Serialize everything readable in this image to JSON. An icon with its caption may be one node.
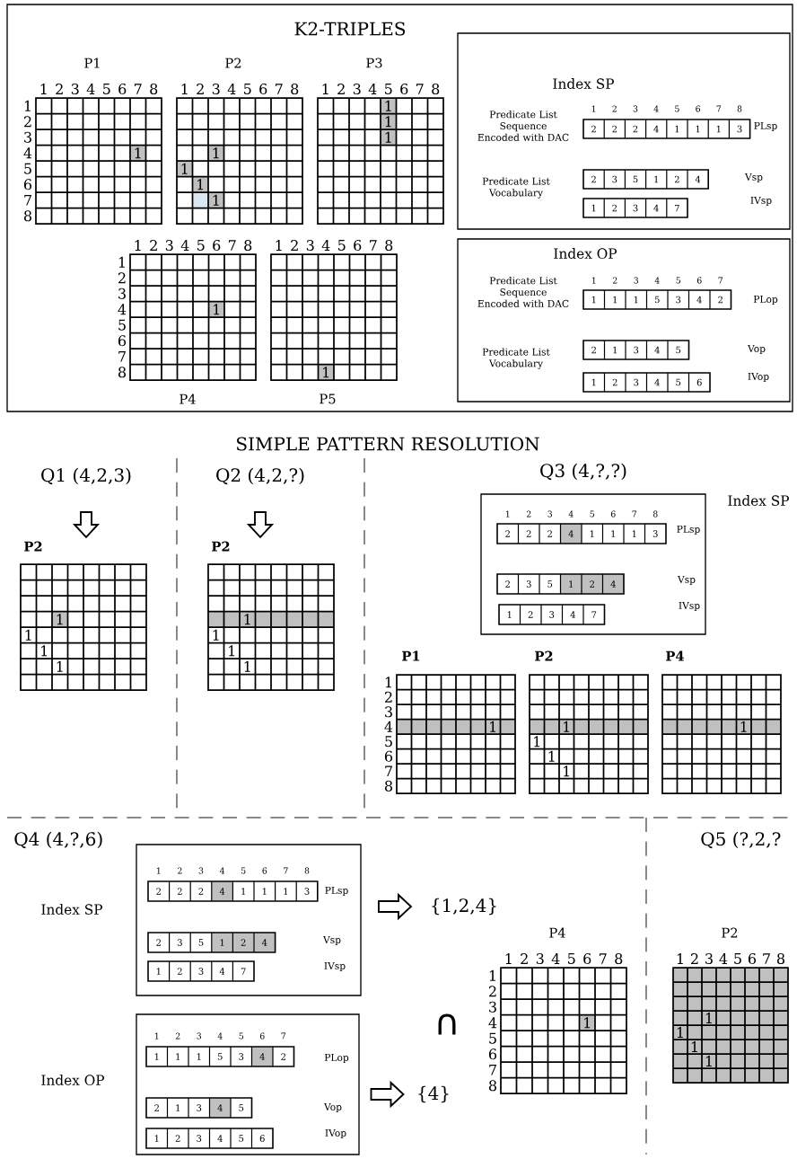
{
  "diagram": {
    "nodes": [
      {
        "text": [
          "K2-TRIPLES"
        ]
      },
      {
        "text": [
          "P1",
          "1",
          "2",
          "3",
          "4",
          "5",
          "6",
          "7",
          "8",
          "1",
          "2",
          "3",
          "4",
          "5",
          "6",
          "7",
          "8",
          "1"
        ],
        "in": 0
      },
      {
        "text": [
          "P2",
          "1",
          "2",
          "3",
          "4",
          "5",
          "6",
          "7",
          "8",
          "1",
          "1",
          "1",
          "1"
        ],
        "in": 0
      },
      {
        "text": [
          "P3",
          "1",
          "2",
          "3",
          "4",
          "5",
          "6",
          "7",
          "8",
          "1",
          "1",
          "1"
        ],
        "in": 0
      },
      {
        "text": [
          "Index SP",
          "Predicate List Sequence Encoded with DAC",
          "Predicate List Vocabulary"
        ],
        "in": 0
      },
      {
        "text": [
          "2",
          "2",
          "2",
          "4",
          "1",
          "1",
          "1",
          "3"
        ],
        "beside": [
          "1",
          "2",
          "3",
          "4",
          "5",
          "6",
          "7",
          "8",
          "PLsp"
        ],
        "in": 4
      },
      {
        "text": [
          "2",
          "3",
          "5",
          "1",
          "2",
          "4"
        ],
        "beside": [
          "Vsp"
        ],
        "in": 4
      },
      {
        "text": [
          "1",
          "2",
          "3",
          "4",
          "7"
        ],
        "in": 4
      },
      {
        "text": [
          "P4",
          "1",
          "2",
          "3",
          "4",
          "5",
          "6",
          "7",
          "8",
          "1",
          "2",
          "3",
          "4",
          "5",
          "6",
          "7",
          "8",
          "1"
        ],
        "in": 0
      },
      {
        "text": [
          "P5",
          "1",
          "2",
          "3",
          "4",
          "5",
          "6",
          "7",
          "8",
          "1"
        ],
        "in": 0
      },
      {
        "text": [
          "Index OP",
          "Predicate List Sequence Encoded with DAC",
          "Predicate List Vocabulary"
        ],
        "in": 0
      },
      {
        "text": [
          "1",
          "1",
          "1",
          "5",
          "3",
          "4",
          "2"
        ],
        "beside": [
          "1",
          "2",
          "3",
          "4",
          "5",
          "6",
          "7",
          "PLop"
        ],
        "in": 10
      },
      {
        "text": [
          "2",
          "1",
          "3",
          "4",
          "5"
        ],
        "in": 10
      },
      {
        "text": [
          "1",
          "2",
          "3",
          "4",
          "5",
          "6"
        ],
        "beside": [
          "IVop"
        ],
        "in": 10
      },
      {
        "text": [
          "Q1 (4,2,3)"
        ]
      },
      {
        "text": [
          "P2",
          "1",
          "1",
          "1",
          "1"
        ]
      },
      {
        "text": [
          "Q2 (4,2,?)"
        ]
      },
      {
        "text": [
          "P2",
          "1",
          "1",
          "1",
          "1"
        ]
      },
      {
        "text": [
          "Index SP"
        ]
      },
      {
        "text": [
          "2",
          "2",
          "2",
          "4",
          "1",
          "1",
          "1",
          "3"
        ],
        "beside": [
          "1",
          "2",
          "3",
          "4",
          "5",
          "6",
          "7",
          "8",
          "PLsp"
        ],
        "in": 18
      },
      {
        "text": [
          "2",
          "3",
          "5",
          "1",
          "2",
          "4"
        ],
        "in": 18
      },
      {
        "text": [
          "1",
          "2",
          "3",
          "4",
          "7"
        ],
        "in": 18
      },
      {
        "text": [
          "P1",
          "1",
          "2",
          "3",
          "4",
          "5",
          "6",
          "7",
          "8",
          "1"
        ]
      },
      {
        "text": [
          "P2",
          "1",
          "1",
          "1",
          "1"
        ]
      },
      {
        "text": [
          "P4",
          "1"
        ]
      },
      {
        "text": [
          "Index SP"
        ]
      },
      {
        "text": [
          "2",
          "2",
          "2",
          "4",
          "1",
          "1",
          "1",
          "3"
        ],
        "beside": [
          "1",
          "2",
          "3",
          "4",
          "5",
          "6",
          "7",
          "8",
          "PLsp"
        ],
        "in": 25
      },
      {
        "text": [
          "2",
          "3",
          "5",
          "1",
          "2",
          "4"
        ],
        "in": 25
      },
      {
        "text": [
          "1",
          "2",
          "3",
          "4",
          "7"
        ],
        "in": 25
      },
      {
        "text": [
          "Index OP"
        ]
      },
      {
        "text": [
          "1",
          "1",
          "1",
          "5",
          "3",
          "4",
          "2"
        ],
        "beside": [
          "1",
          "2",
          "3",
          "4",
          "5",
          "6",
          "7",
          "PLop"
        ],
        "in": 29
      },
      {
        "text": [
          "2",
          "1",
          "3",
          "4",
          "5"
        ],
        "in": 29
      },
      {
        "text": [
          "1",
          "2",
          "3",
          "4",
          "5",
          "6"
        ],
        "in": 29
      },
      {
        "text": [
          "{1,2,4}"
        ]
      },
      {
        "text": [
          "{4}"
        ]
      },
      {
        "text": [
          "P4",
          "1",
          "2",
          "3",
          "4",
          "5",
          "6",
          "7",
          "8",
          "1",
          "2",
          "3",
          "4",
          "5",
          "6",
          "7",
          "8",
          "1"
        ]
      },
      {
        "text": [
          "P2",
          "1",
          "2",
          "3",
          "4",
          "5",
          "6",
          "7",
          "8",
          "1",
          "1",
          "1",
          "1"
        ]
      }
    ],
    "edges": [
      {
        "from": 14,
        "to": 15,
        "arrow": "to"
      },
      {
        "from": 16,
        "to": 17,
        "arrow": "to"
      },
      {
        "from": 25,
        "to": 33,
        "arrow": "to"
      },
      {
        "from": 29,
        "to": 34,
        "arrow": "to"
      }
    ],
    "labels": [
      "IVsp",
      "Vop",
      "SIMPLE PATTERN RESOLUTION",
      "Q3 (4,?,?)",
      "Vsp",
      "IVsp",
      "Q4 (4,?,6)",
      "Q5 (?,2,?",
      "Vsp",
      "IVsp",
      "∩",
      "Vop",
      "IVop"
    ]
  }
}
